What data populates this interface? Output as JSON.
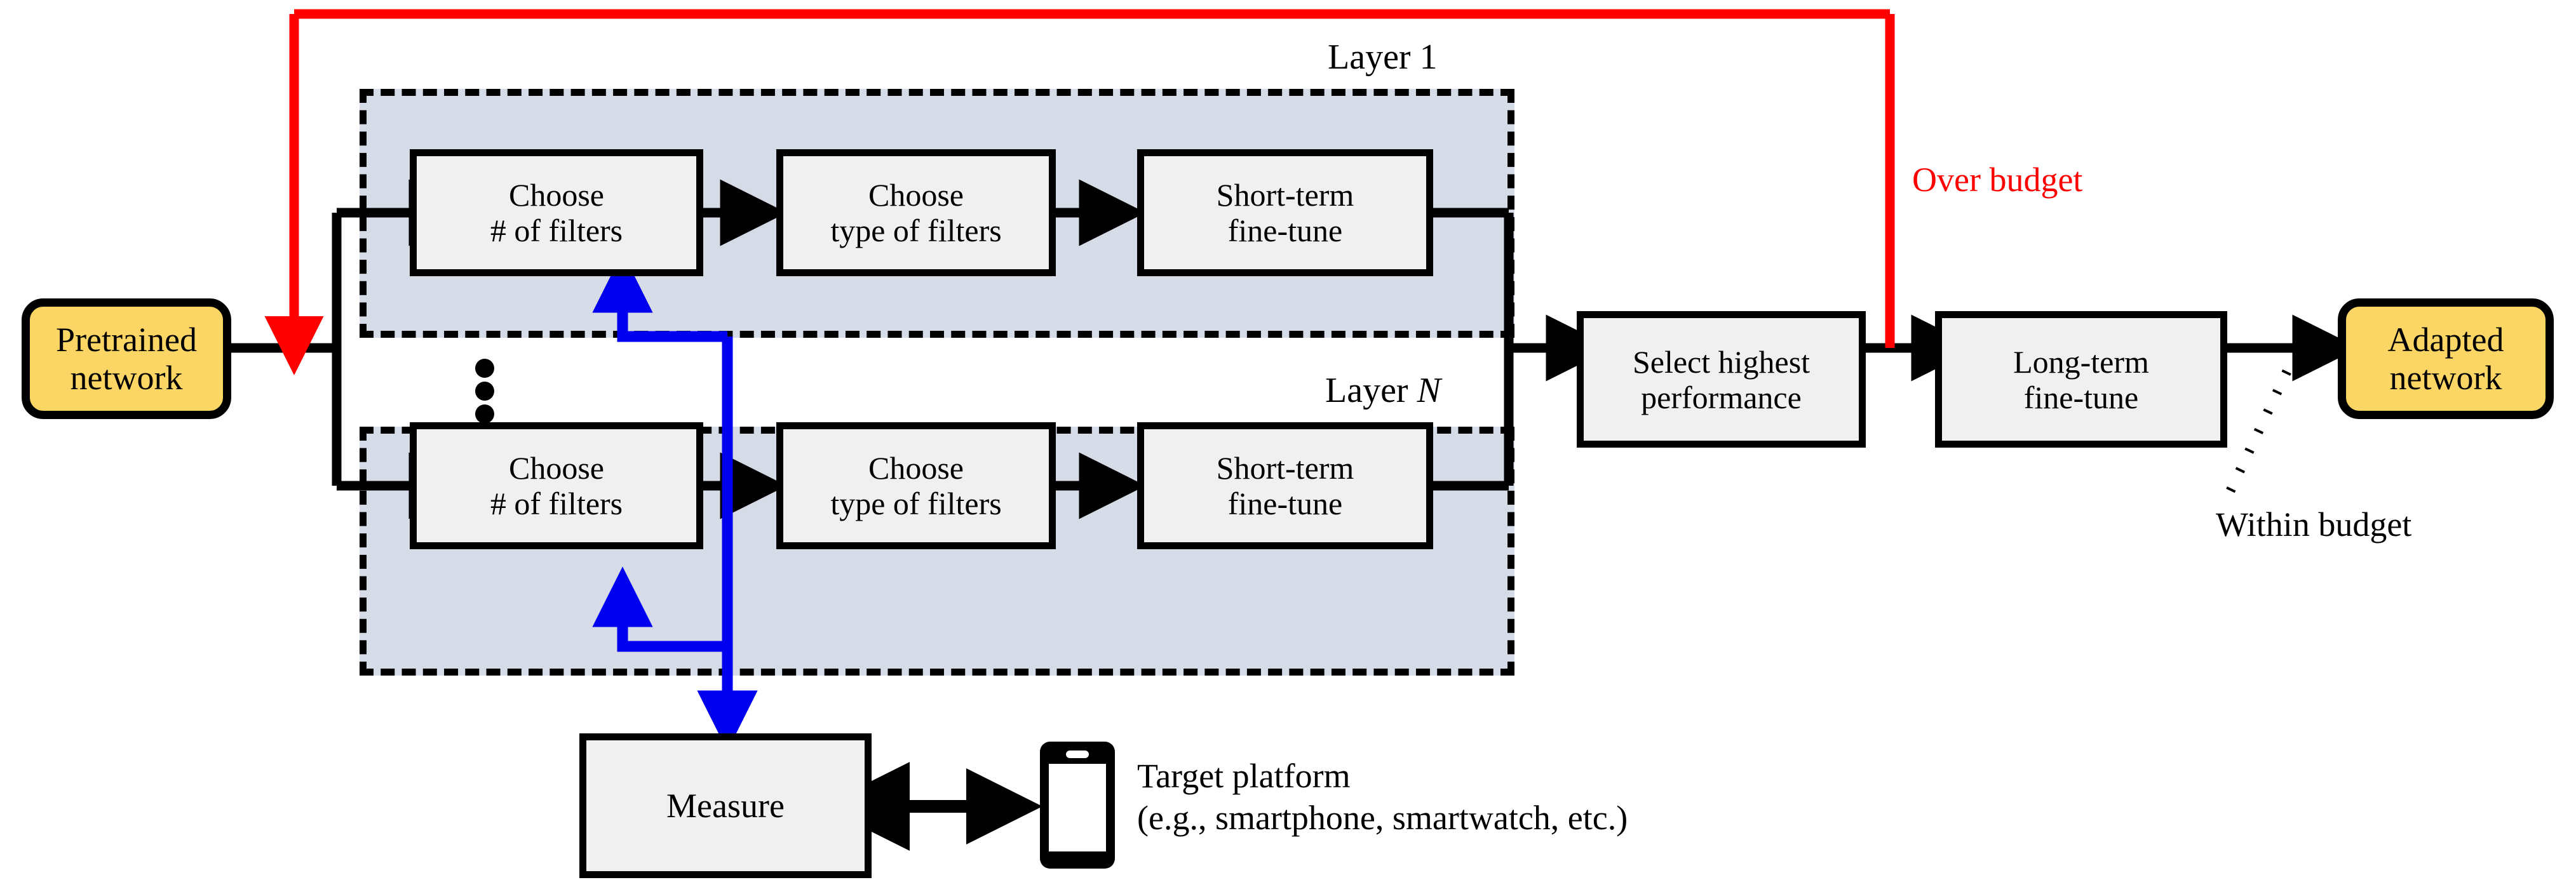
{
  "diagram": {
    "title_hidden": "",
    "colors": {
      "accent_yellow": "#fcd665",
      "group_fill": "#d6dce7",
      "box_fill": "#f0f0f0",
      "over_budget_red": "#fe0000",
      "feedback_blue": "#0000ee",
      "stroke_black": "#000000"
    },
    "nodes": {
      "pretrained": "Pretrained\nnetwork",
      "pretrained_line1": "Pretrained",
      "pretrained_line2": "network",
      "adapted_line1": "Adapted",
      "adapted_line2": "network",
      "select_line1": "Select highest",
      "select_line2": "performance",
      "longterm_line1": "Long-term",
      "longterm_line2": "fine-tune",
      "measure": "Measure"
    },
    "layers": [
      {
        "label_prefix": "Layer",
        "label_suffix": "1",
        "label_italic": false,
        "steps": [
          {
            "line1": "Choose",
            "line2": "# of filters"
          },
          {
            "line1": "Choose",
            "line2": "type of filters"
          },
          {
            "line1": "Short-term",
            "line2": "fine-tune"
          }
        ]
      },
      {
        "label_prefix": "Layer",
        "label_suffix": "N",
        "label_italic": true,
        "steps": [
          {
            "line1": "Choose",
            "line2": "# of filters"
          },
          {
            "line1": "Choose",
            "line2": "type of filters"
          },
          {
            "line1": "Short-term",
            "line2": "fine-tune"
          }
        ]
      }
    ],
    "annotations": {
      "over_budget": "Over budget",
      "within_budget": "Within budget",
      "target_platform_line1": "Target platform",
      "target_platform_line2": "(e.g., smartphone, smartwatch, etc.)"
    },
    "icons": {
      "smartphone": "smartphone-icon",
      "ellipsis": "vertical-ellipsis-icon"
    }
  }
}
